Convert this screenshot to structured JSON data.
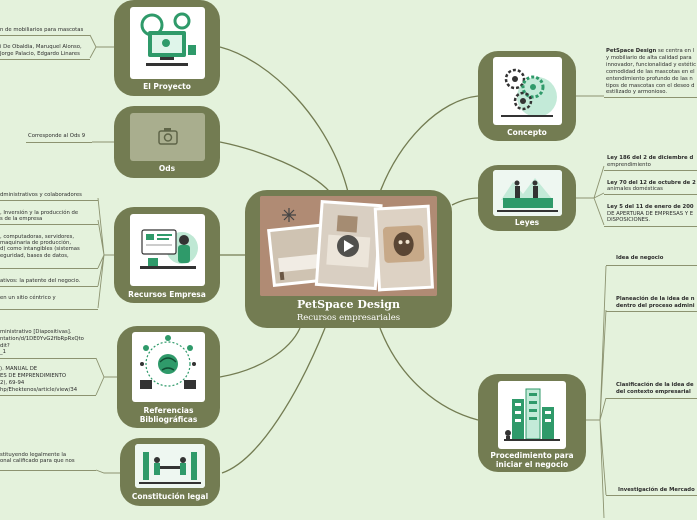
{
  "center": {
    "title": "PetSpace Design",
    "subtitle": "Recursos empresariales"
  },
  "left_nodes": {
    "proyecto": {
      "label": "El Proyecto",
      "notes": [
        "n de mobiliarios para mascotas",
        "i De Obaldia, Maruquel Alonso,",
        "Jorge Palacio, Edgardo Linares"
      ]
    },
    "ods": {
      "label": "Ods",
      "notes": [
        "Corresponde al Ods 9"
      ]
    },
    "recursos": {
      "label": "Recursos  Empresa",
      "notes": [
        "dministrativos y colaboradores",
        ", Inversión y la producción de",
        "s de la empresa",
        ", computadoras, servidores,",
        "maquinaria de producción,",
        "d) como intangibles (sistemas",
        "eguridad, bases de datos,",
        "ativos: la patente del negocio.",
        " en un sitio céntrico y"
      ]
    },
    "referencias": {
      "label": "Referencias Bibliográficas",
      "label_line1": "Referencias",
      "label_line2": "Bibliográficas",
      "notes": [
        "ministrativo [Diapositivas].",
        "ntation/d/1DE0YvG2fIbRpRxQto",
        "dit?",
        "_1",
        "). MANUAL DE",
        "ES DE EMPRENDIMIENTO",
        "2), 69-94",
        "hp/Ehektenos/article/view/34"
      ]
    },
    "constitucion": {
      "label": "Constitución legal",
      "notes": [
        "stituyendo legalmente la",
        "onal calificado para que nos"
      ]
    }
  },
  "right_nodes": {
    "concepto": {
      "label": "Concepto",
      "brand": "PetSpace Design",
      "notes": [
        " se centra en l",
        "y mobiliario de alta calidad para",
        "innovador, funcionalidad y estétic",
        "comodidad de las mascotas en el",
        "entendimiento profundo de las n",
        "tipos de mascotas con el deseo d",
        "estilizado y armonioso."
      ]
    },
    "leyes": {
      "label": "Leyes",
      "laws": [
        {
          "title": "Ley 186 del 2 de diciembre d",
          "detail": "emprendimiento"
        },
        {
          "title": "Ley 70 del 12 de octubre de 2",
          "detail": "animales domésticas"
        },
        {
          "title": "Ley 5 del 11 de enero de 200",
          "detail": "DE APERTURA DE EMPRESAS Y E",
          "detail2": "DISPOSICIONES."
        }
      ]
    },
    "procedimiento": {
      "label": "Procedimiento para iniciar el negocio",
      "label_line1": "Procedimiento para",
      "label_line2": "iniciar el negocio",
      "steps": [
        "Idea de negocio",
        "Planeación de la idea de n",
        "dentro del proceso admini",
        "Clasificación de la idea de",
        "del contexto empresarial",
        "Investigación de Mercado"
      ]
    }
  },
  "icons": {
    "ods_icon": "camera-icon",
    "play_icon": "play-icon"
  },
  "colors": {
    "background": "#e4f2dc",
    "node": "#737c52",
    "connector": "#737c52"
  }
}
